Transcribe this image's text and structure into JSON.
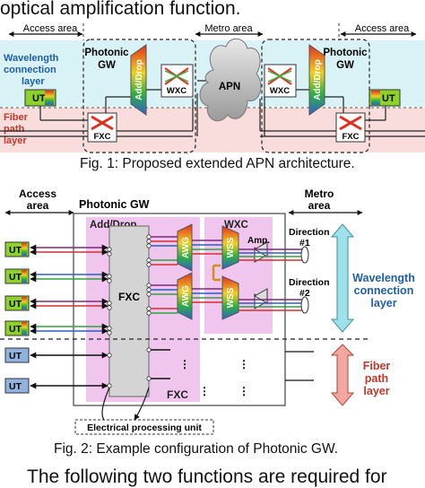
{
  "text": {
    "top_line": "optical amplification function.",
    "bottom_line": "The following two functions are required for"
  },
  "fig1": {
    "caption": "Fig. 1: Proposed extended APN architecture.",
    "access_area_left": "Access area",
    "metro_area": "Metro area",
    "access_area_right": "Access area",
    "wavelength_layer": [
      "Wavelength",
      "connection",
      "layer"
    ],
    "fiber_layer": [
      "Fiber",
      "path",
      "layer"
    ],
    "photonic_gw": [
      "Photonic",
      "GW"
    ],
    "add_drop": "Add/Drop",
    "wxc": "WXC",
    "apn": "APN",
    "ut": "UT",
    "fxc": "FXC"
  },
  "fig2": {
    "caption": "Fig. 2: Example configuration of Photonic GW.",
    "access_area": [
      "Access",
      "area"
    ],
    "photonic_gw": "Photonic GW",
    "metro_area": [
      "Metro",
      "area"
    ],
    "add_drop": "Add/Drop",
    "wxc": "WXC",
    "amp": "Amp.",
    "direction1": [
      "Direction",
      "#1"
    ],
    "direction2": [
      "Direction",
      "#2"
    ],
    "wavelength_layer": [
      "Wavelength",
      "connection",
      "layer"
    ],
    "fiber_layer": [
      "Fiber",
      "path",
      "layer"
    ],
    "fxc": "FXC",
    "fxc_bottom": "FXC",
    "awg": "AWG",
    "wss": "WSS",
    "ut": "UT",
    "electrical_unit": "Electrical processing unit"
  },
  "colors": {
    "wavelength_band": "#d8f2f6",
    "fiber_band": "#f9dcdc",
    "add_drop_bg": "#f0c6ee",
    "fxc_box": "#d4d4d4",
    "ut_green": "#8cd22a",
    "ut_blue": "#8fb3de",
    "arrow_cyan": "#9fe0ea",
    "arrow_red": "#f2a8a0",
    "label_blue": "#1f5fa8",
    "label_red": "#c0392b"
  }
}
